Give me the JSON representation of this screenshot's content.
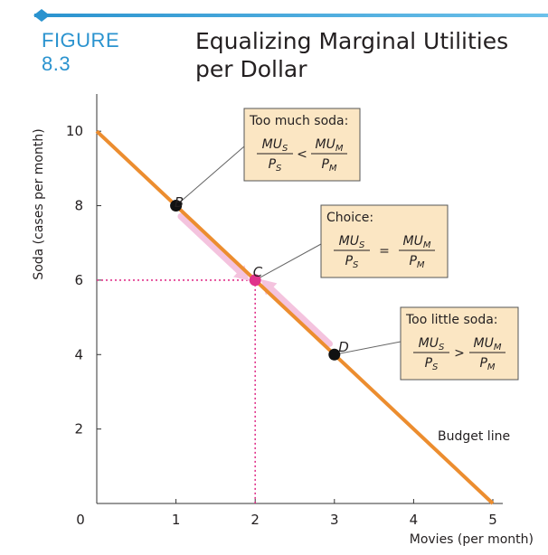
{
  "header": {
    "figure_label": "FIGURE 8.3",
    "title_line1": "Equalizing Marginal Utilities",
    "title_line2": "per Dollar"
  },
  "colors": {
    "accent_blue": "#2a93cf",
    "budget_line": "#ec8d2f",
    "highlight": "#e0338b",
    "arrow_pink": "#f4c3de",
    "box_fill": "#fbe6c3",
    "point_dark": "#111111"
  },
  "chart_data": {
    "type": "line",
    "title": "",
    "xlabel": "Movies (per month)",
    "ylabel": "Soda (cases per month)",
    "xlim": [
      0,
      5
    ],
    "ylim": [
      0,
      11
    ],
    "x_ticks": [
      "0",
      "1",
      "2",
      "3",
      "4",
      "5"
    ],
    "y_ticks": [
      "2",
      "4",
      "6",
      "8",
      "10"
    ],
    "series": [
      {
        "name": "Budget line",
        "x": [
          0,
          5
        ],
        "y": [
          10,
          0
        ]
      }
    ],
    "points": [
      {
        "label": "B",
        "x": 1,
        "y": 8
      },
      {
        "label": "C",
        "x": 2,
        "y": 6
      },
      {
        "label": "D",
        "x": 3,
        "y": 4
      }
    ],
    "grid": false,
    "annotations": [
      {
        "point": "B",
        "heading": "Too much soda:",
        "left_num": "MU",
        "left_num_sub": "S",
        "left_den": "P",
        "left_den_sub": "S",
        "operator": "<",
        "right_num": "MU",
        "right_num_sub": "M",
        "right_den": "P",
        "right_den_sub": "M"
      },
      {
        "point": "C",
        "heading": "Choice:",
        "left_num": "MU",
        "left_num_sub": "S",
        "left_den": "P",
        "left_den_sub": "S",
        "operator": "=",
        "right_num": "MU",
        "right_num_sub": "M",
        "right_den": "P",
        "right_den_sub": "M"
      },
      {
        "point": "D",
        "heading": "Too little soda:",
        "left_num": "MU",
        "left_num_sub": "S",
        "left_den": "P",
        "left_den_sub": "S",
        "operator": ">",
        "right_num": "MU",
        "right_num_sub": "M",
        "right_den": "P",
        "right_den_sub": "M"
      }
    ]
  }
}
